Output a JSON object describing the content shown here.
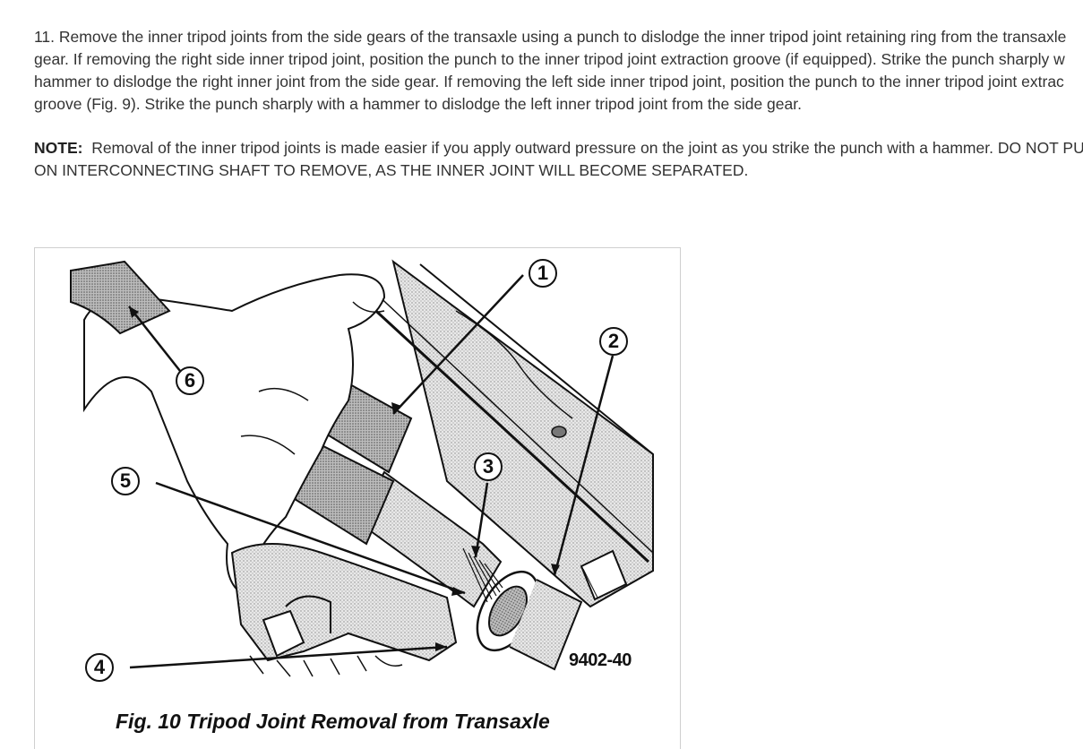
{
  "step_text": {
    "lines": [
      "11. Remove the inner tripod joints from the side gears of the transaxle using a punch to dislodge the inner tripod joint retaining ring from the transaxle",
      "gear. If removing the right side inner tripod joint, position the punch to the inner tripod joint extraction groove (if equipped). Strike the punch sharply w",
      "hammer to dislodge the right inner joint from the side gear. If removing the left side inner tripod joint, position the punch to the inner tripod joint extrac",
      "groove (Fig. 9). Strike the punch sharply with a hammer to dislodge the left inner tripod joint from the side gear."
    ]
  },
  "note": {
    "label": "NOTE:",
    "lines": [
      "Removal of the inner tripod joints is made easier if you apply outward pressure on the joint as you strike the punch with a hammer. DO NOT PU",
      "ON INTERCONNECTING SHAFT TO REMOVE, AS THE INNER JOINT WILL BECOME SEPARATED."
    ]
  },
  "figure": {
    "code": "9402-40",
    "caption": "Fig. 10 Tripod Joint Removal from Transaxle",
    "callouts": [
      "1",
      "2",
      "3",
      "4",
      "5",
      "6"
    ]
  }
}
